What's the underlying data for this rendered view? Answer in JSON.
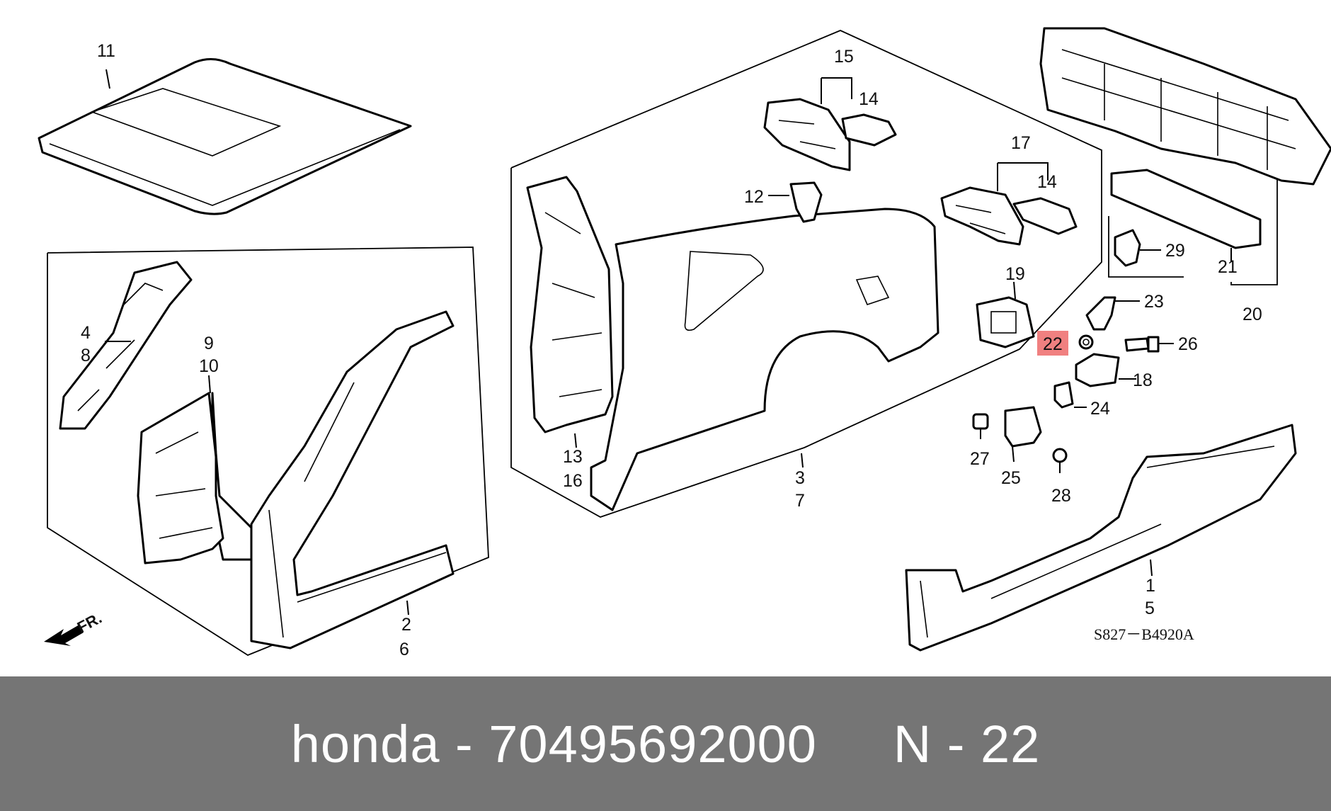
{
  "callouts": {
    "c1": "1",
    "c2": "2",
    "c3": "3",
    "c4": "4",
    "c5": "5",
    "c6": "6",
    "c7": "7",
    "c8": "8",
    "c9": "9",
    "c10": "10",
    "c11": "11",
    "c12": "12",
    "c13": "13",
    "c14a": "14",
    "c14b": "14",
    "c15": "15",
    "c16": "16",
    "c17": "17",
    "c18": "18",
    "c19": "19",
    "c20": "20",
    "c21": "21",
    "c22": "22",
    "c23": "23",
    "c24": "24",
    "c25": "25",
    "c26": "26",
    "c27": "27",
    "c28": "28",
    "c29": "29"
  },
  "highlight": {
    "part": "22",
    "color": "#f08080"
  },
  "direction_label": "FR.",
  "diagram_code": "S827－B4920A",
  "footer": {
    "brand": "honda",
    "part_number": "70495692000",
    "ref_label": "N - 22",
    "text": "honda - 70495692000     N - 22"
  }
}
